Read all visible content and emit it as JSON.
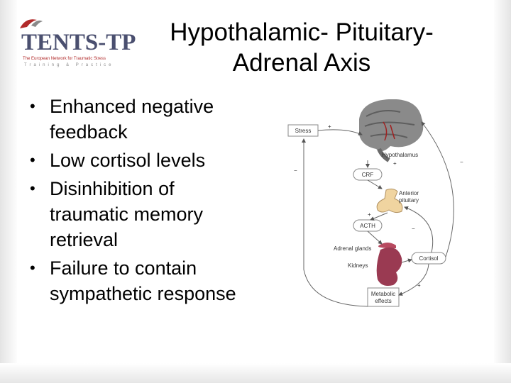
{
  "logo": {
    "name": "TENTS-TP",
    "tagline": "The European Network for Traumatic Stress",
    "subtagline": "Training & Practice"
  },
  "title": {
    "line1": "Hypothalamic- Pituitary-",
    "line2": "Adrenal Axis"
  },
  "bullets": [
    {
      "line1": "Enhanced negative",
      "line2": "feedback"
    },
    {
      "line1": "Low cortisol levels",
      "line2": ""
    },
    {
      "line1": "Disinhibition of",
      "line2": "traumatic memory",
      "line3": "retrieval"
    },
    {
      "line1": "Failure to contain",
      "line2": "sympathetic response"
    }
  ],
  "diagram": {
    "stress": "Stress",
    "hypothalamus": "Hypothalamus",
    "crf": "CRF",
    "anterior_pituitary_1": "Anterior",
    "anterior_pituitary_2": "pituitary",
    "acth": "ACTH",
    "adrenal_glands": "Adrenal glands",
    "kidneys": "Kidneys",
    "cortisol": "Cortisol",
    "metabolic_1": "Metabolic",
    "metabolic_2": "effects",
    "plus": "+",
    "minus": "−"
  },
  "colors": {
    "logo_text": "#4a4f6f",
    "logo_accent": "#b12a2a",
    "brain": "#8a8a8a",
    "gland": "#f0d4a0",
    "kidney": "#9a3a52"
  }
}
